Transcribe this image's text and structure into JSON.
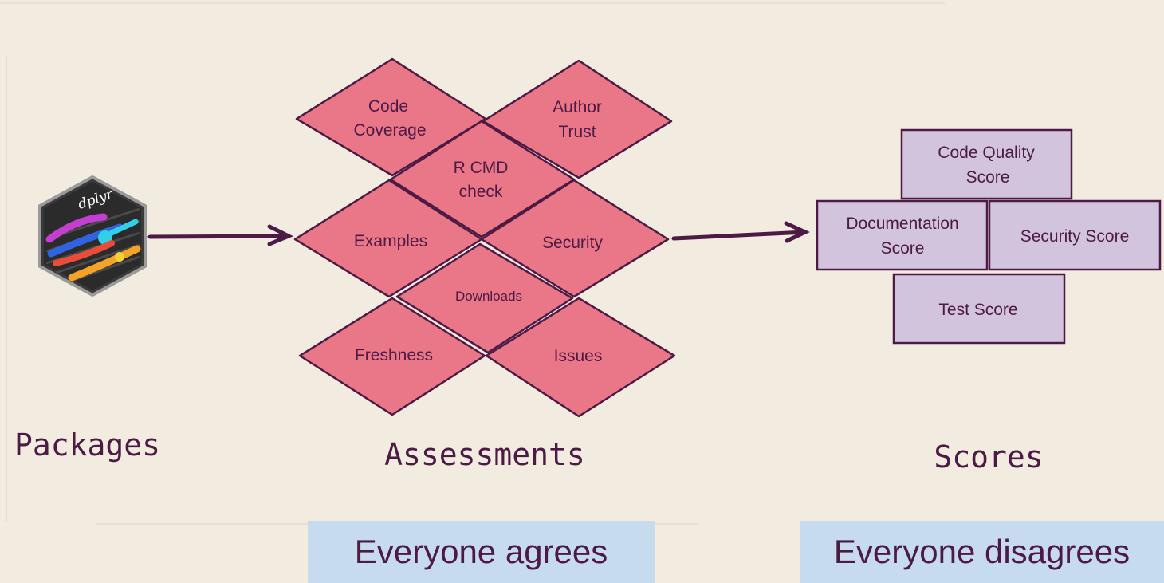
{
  "packages": {
    "label": "Packages",
    "logo_text": "dplyr"
  },
  "assessments": {
    "label": "Assessments",
    "items": [
      {
        "lines": [
          "Code",
          "Coverage"
        ]
      },
      {
        "lines": [
          "Author",
          "Trust"
        ]
      },
      {
        "lines": [
          "R CMD",
          "check"
        ]
      },
      {
        "lines": [
          "Examples"
        ]
      },
      {
        "lines": [
          "Security"
        ]
      },
      {
        "lines": [
          "Downloads"
        ]
      },
      {
        "lines": [
          "Freshness"
        ]
      },
      {
        "lines": [
          "Issues"
        ]
      }
    ]
  },
  "scores": {
    "label": "Scores",
    "items": [
      {
        "lines": [
          "Code Quality",
          "Score"
        ]
      },
      {
        "lines": [
          "Documentation",
          "Score"
        ]
      },
      {
        "lines": [
          "Security Score"
        ]
      },
      {
        "lines": [
          "Test Score"
        ]
      }
    ]
  },
  "captions": {
    "agree": "Everyone agrees",
    "disagree": "Everyone disagrees"
  },
  "colors": {
    "background": "#f1ebe0",
    "diamond_fill": "#e97788",
    "box_fill": "#d3c4de",
    "ink": "#4c1a45",
    "caption_bg": "#c6dbed"
  }
}
